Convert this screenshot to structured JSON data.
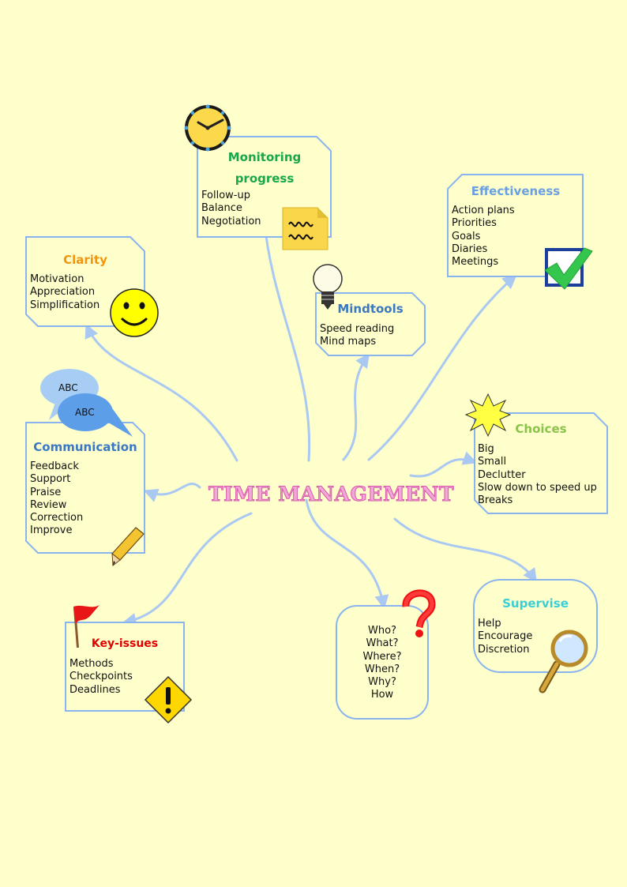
{
  "central_topic": "TIME MANAGEMENT",
  "colors": {
    "background": "#ffffcc",
    "node_border": "#8ab4f0",
    "connector": "#a9c8f2",
    "central_text": "#e77bc1",
    "monitoring": "#18a84b",
    "effectiveness": "#6aa0e0",
    "clarity": "#f0950e",
    "mindtools": "#3a78c3",
    "communication": "#3a78c3",
    "choices": "#8bc34a",
    "keyissues": "#e00000",
    "supervise": "#38d0d6"
  },
  "nodes": {
    "monitoring": {
      "title_line1": "Monitoring",
      "title_line2": "progress",
      "items": [
        "Follow-up",
        "Balance",
        "Negotiation"
      ],
      "icons": [
        "clock-icon",
        "sticky-note-icon"
      ]
    },
    "effectiveness": {
      "title": "Effectiveness",
      "items": [
        "Action plans",
        "Priorities",
        "Goals",
        "Diaries",
        "Meetings"
      ],
      "icons": [
        "checkbox-icon"
      ]
    },
    "clarity": {
      "title": "Clarity",
      "items": [
        "Motivation",
        "Appreciation",
        "Simplification"
      ],
      "icons": [
        "smiley-icon"
      ]
    },
    "mindtools": {
      "title": "Mindtools",
      "items": [
        "Speed reading",
        "Mind maps"
      ],
      "icons": [
        "lightbulb-icon"
      ]
    },
    "communication": {
      "title": "Communication",
      "items": [
        "Feedback",
        "Support",
        "Praise",
        "Review",
        "Correction",
        "Improve"
      ],
      "icons": [
        "speech-bubbles-icon",
        "pencil-icon"
      ],
      "bubble_text_1": "ABC",
      "bubble_text_2": "ABC"
    },
    "choices": {
      "title": "Choices",
      "items": [
        "Big",
        "Small",
        "Declutter",
        "Slow down to speed up",
        "Breaks"
      ],
      "icons": [
        "starburst-icon"
      ]
    },
    "questions": {
      "items": [
        "Who?",
        "What?",
        "Where?",
        "When?",
        "Why?",
        "How"
      ],
      "icons": [
        "question-mark-icon"
      ]
    },
    "keyissues": {
      "title": "Key-issues",
      "items": [
        "Methods",
        "Checkpoints",
        "Deadlines"
      ],
      "icons": [
        "flag-icon",
        "warning-icon"
      ]
    },
    "supervise": {
      "title": "Supervise",
      "items": [
        "Help",
        "Encourage",
        "Discretion"
      ],
      "icons": [
        "magnifier-icon"
      ]
    }
  }
}
